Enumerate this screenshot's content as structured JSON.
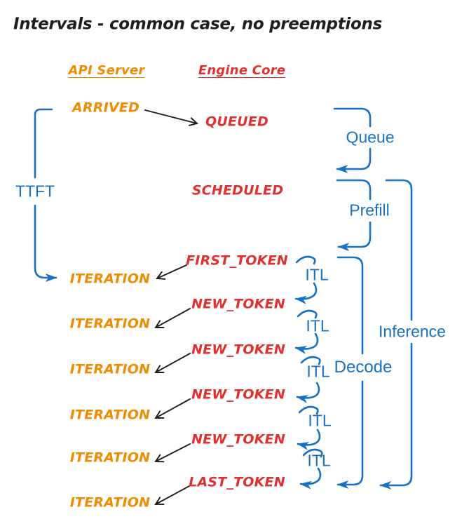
{
  "diagram": {
    "title": "Intervals - common case, no preemptions",
    "columns": {
      "api_server": "API Server",
      "engine_core": "Engine Core"
    },
    "api_events": {
      "arrived": "ARRIVED",
      "iteration": "ITERATION"
    },
    "engine_events": {
      "queued": "QUEUED",
      "scheduled": "SCHEDULED",
      "first_token": "FIRST_TOKEN",
      "new_token": "NEW_TOKEN",
      "last_token": "LAST_TOKEN"
    },
    "intervals": {
      "ttft": "TTFT",
      "queue": "Queue",
      "prefill": "Prefill",
      "itl": "ITL",
      "decode": "Decode",
      "inference": "Inference"
    },
    "counts": {
      "iteration_rows": 6,
      "new_token_rows": 4,
      "itl_markers": 5
    },
    "colors": {
      "api_server": "#f08c00",
      "engine_core": "#e03131",
      "intervals": "#1971c2",
      "ink": "#1e1e1e",
      "background": "#ffffff"
    }
  }
}
